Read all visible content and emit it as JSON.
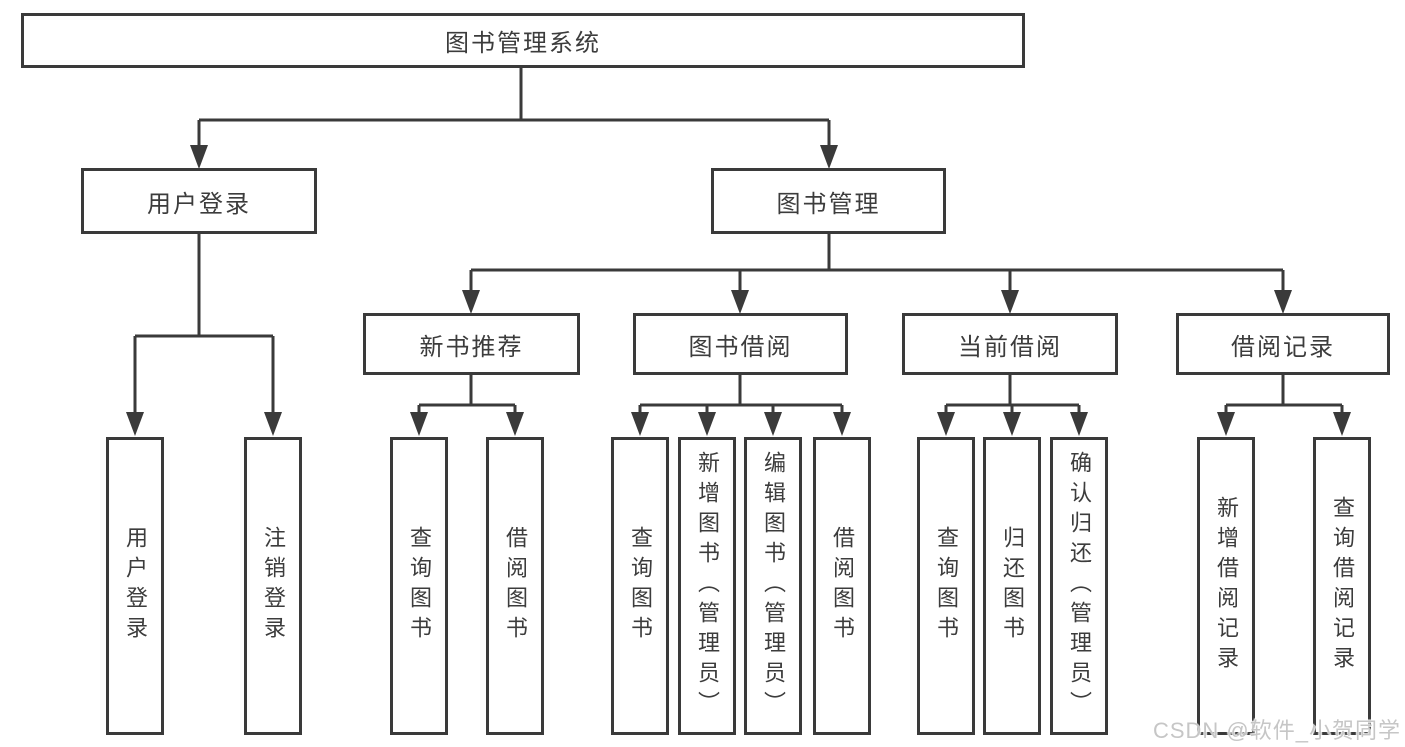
{
  "title": "图书管理系统",
  "nodes": {
    "root": "图书管理系统",
    "user_login": "用户登录",
    "book_management": "图书管理",
    "new_book_recommend": "新书推荐",
    "book_borrow": "图书借阅",
    "current_borrow": "当前借阅",
    "borrow_records": "借阅记录"
  },
  "leaves": [
    "用户登录",
    "注销登录",
    "查询图书",
    "借阅图书",
    "查询图书",
    "新增图书（管理员）",
    "编辑图书（管理员）",
    "借阅图书",
    "查询图书",
    "归还图书",
    "确认归还（管理员）",
    "新增借阅记录",
    "查询借阅记录"
  ],
  "watermark": "CSDN @软件_小贺同学",
  "colors": {
    "line": "#3a3a3a",
    "text": "#3c3c3c",
    "background": "#ffffff",
    "watermark": "#c6c6c6"
  }
}
